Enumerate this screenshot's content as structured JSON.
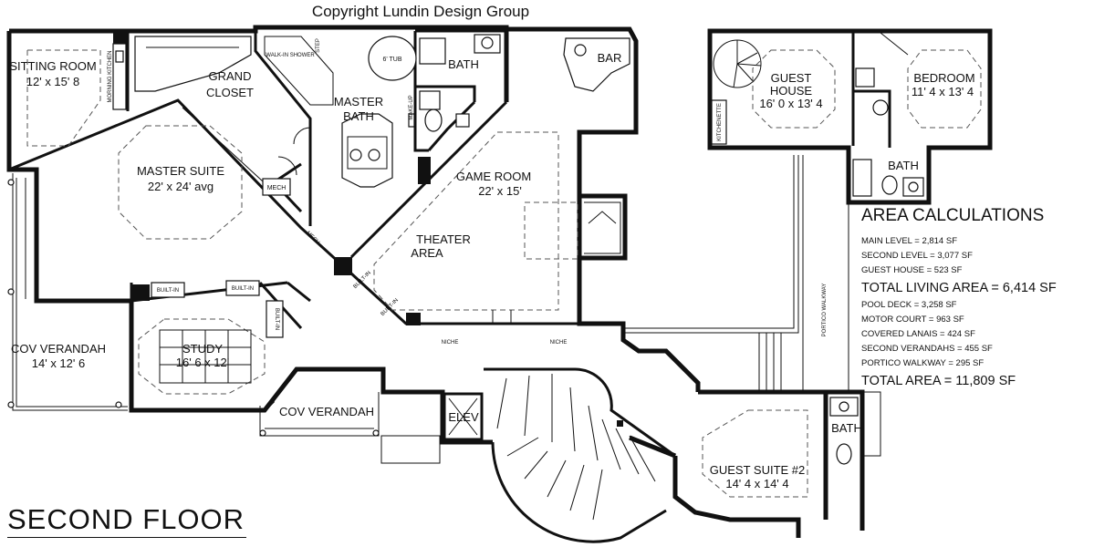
{
  "header": {
    "copyright": "Copyright Lundin Design Group"
  },
  "floor_title": "SECOND FLOOR",
  "rooms": {
    "sitting_room": {
      "name": "SITTING ROOM",
      "dims": "12' x 15' 8"
    },
    "grand_closet": {
      "line1": "GRAND",
      "line2": "CLOSET"
    },
    "master_bath": {
      "line1": "MASTER",
      "line2": "BATH"
    },
    "master_suite": {
      "name": "MASTER SUITE",
      "dims": "22' x 24' avg"
    },
    "game_room": {
      "name": "GAME ROOM",
      "dims": "22' x 15'"
    },
    "theater": {
      "line1": "THEATER",
      "line2": "AREA"
    },
    "bath_upper": "BATH",
    "bar": "BAR",
    "cov_verandah_left": {
      "name": "COV VERANDAH",
      "dims": "14' x 12' 6"
    },
    "study": {
      "name": "STUDY",
      "dims": "16' 6 x 12'"
    },
    "cov_verandah_small": "COV VERANDAH",
    "elev": "ELEV",
    "guest_house": {
      "line1": "GUEST",
      "line2": "HOUSE",
      "dims": "16' 0 x 13' 4"
    },
    "bedroom": {
      "name": "BEDROOM",
      "dims": "11' 4 x 13' 4"
    },
    "bath_guest_house": "BATH",
    "guest_suite_2": {
      "name": "GUEST SUITE #2",
      "dims": "14' 4 x 14' 4"
    },
    "bath_guest_suite": "BATH"
  },
  "small_labels": {
    "morning_kitchen": "MORNING KITCHEN",
    "walk_in_shower": "WALK-IN SHOWER",
    "step": "STEP",
    "tub": "6' TUB",
    "make_up": "MAKE-UP",
    "mech": "MECH",
    "mech_chase": "MECH",
    "built_in_1": "BUILT-IN",
    "built_in_2": "BUILT-IN",
    "built_in_3": "BUILT-IN",
    "built_in_4": "BUILT-IN",
    "built_in_5": "BUILT-IN",
    "niche_1": "NICHE",
    "niche_2": "NICHE",
    "kitchenette": "KITCHENETTE",
    "portico_walkway": "PORTICO WALKWAY"
  },
  "area_calculations": {
    "title": "AREA CALCULATIONS",
    "living_lines": [
      "MAIN LEVEL = 2,814 SF",
      "SECOND LEVEL = 3,077 SF",
      "GUEST HOUSE = 523 SF"
    ],
    "total_living": "TOTAL LIVING AREA = 6,414 SF",
    "other_lines": [
      "POOL DECK = 3,258 SF",
      "MOTOR COURT = 963 SF",
      "COVERED LANAIS = 424 SF",
      "SECOND VERANDAHS = 455 SF",
      "PORTICO WALKWAY = 295 SF"
    ],
    "total_area": "TOTAL AREA = 11,809 SF"
  }
}
